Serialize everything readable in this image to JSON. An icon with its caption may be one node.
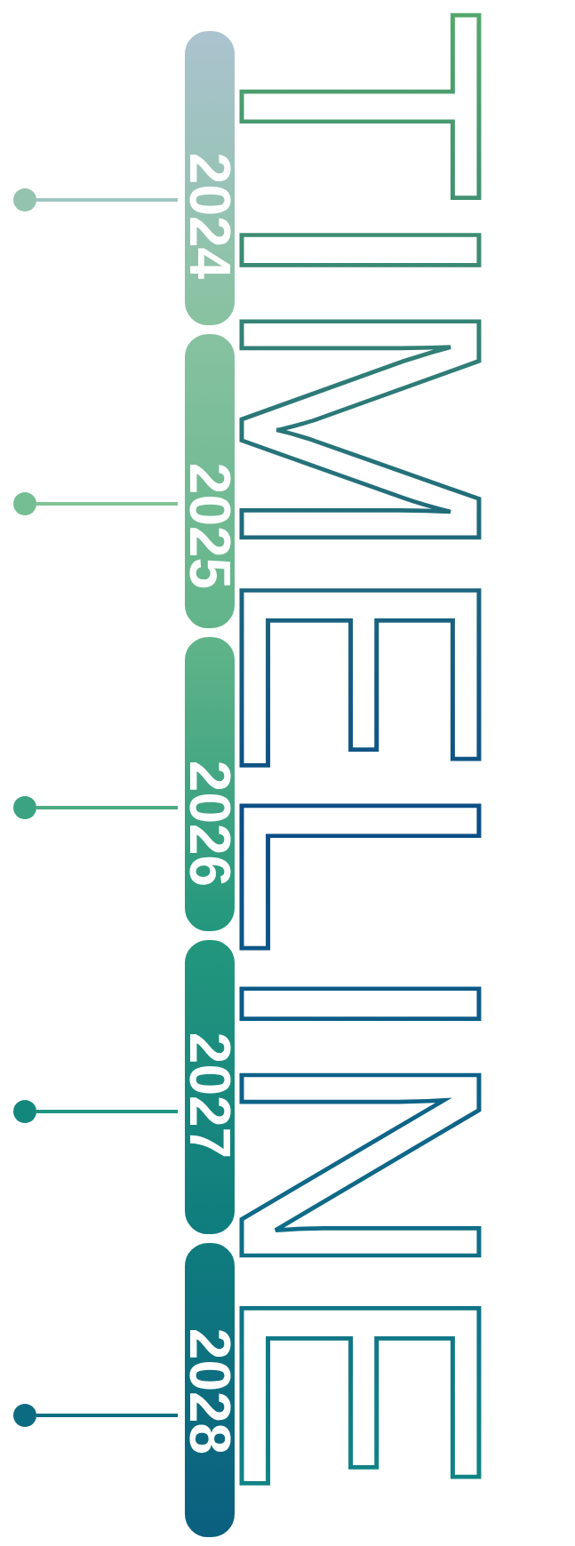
{
  "diagram": {
    "title": "TIMELINE",
    "nodes": [
      {
        "text": [
          "2024"
        ]
      },
      {
        "text": [
          "2025"
        ]
      },
      {
        "text": [
          "2026"
        ]
      },
      {
        "text": [
          "2027"
        ]
      },
      {
        "text": [
          "2028"
        ]
      },
      {
        "text": [],
        "shape": "circle"
      },
      {
        "text": [],
        "shape": "circle"
      },
      {
        "text": [],
        "shape": "circle"
      },
      {
        "text": [],
        "shape": "circle"
      },
      {
        "text": [],
        "shape": "circle"
      }
    ],
    "edges": [
      {
        "from": 5,
        "to": 0,
        "arrow": "none",
        "color": "#a1c5c3"
      },
      {
        "from": 6,
        "to": 1,
        "arrow": "none",
        "color": "#80c397"
      },
      {
        "from": 7,
        "to": 2,
        "arrow": "none",
        "color": "#4eaa83"
      },
      {
        "from": 8,
        "to": 3,
        "arrow": "none",
        "color": "#1e9580"
      },
      {
        "from": 9,
        "to": 4,
        "arrow": "none",
        "color": "#0c6f80"
      }
    ]
  }
}
